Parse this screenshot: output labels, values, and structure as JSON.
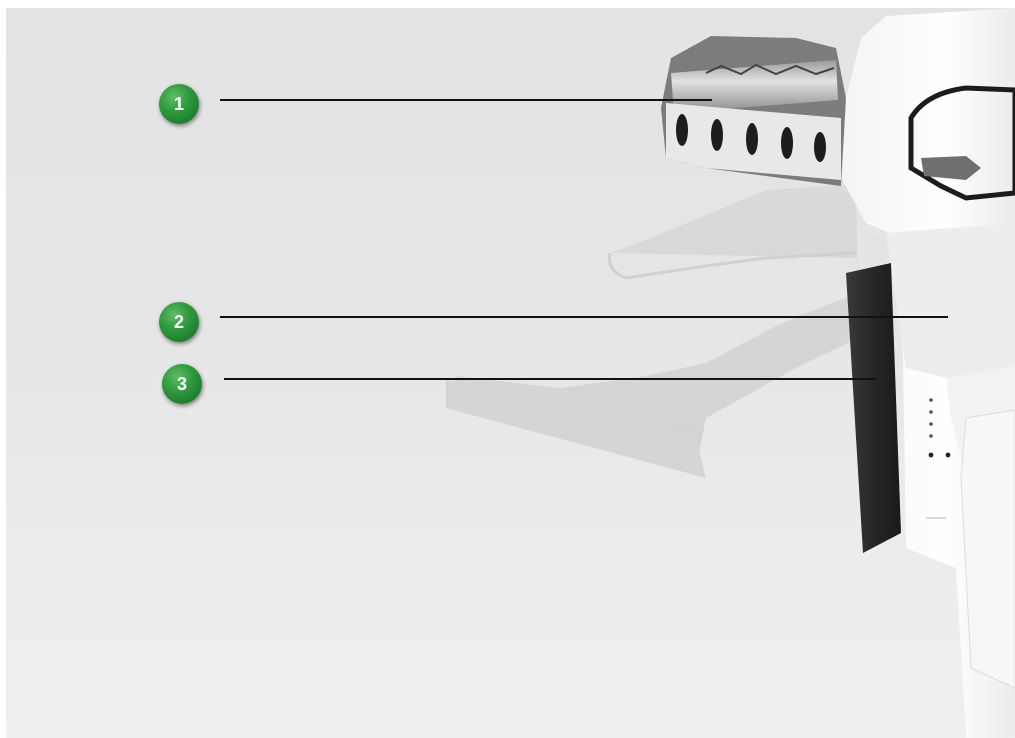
{
  "figure": {
    "background": "#e6e6e6",
    "marker_color": "#2f9a3e",
    "leader_color": "#111111",
    "callouts": [
      {
        "id": "1",
        "label": "1"
      },
      {
        "id": "2",
        "label": "2"
      },
      {
        "id": "3",
        "label": "3"
      }
    ]
  }
}
